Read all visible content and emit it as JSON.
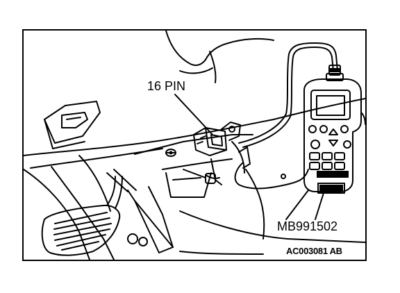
{
  "labels": {
    "connector": "16 PIN",
    "tool": "MB991502",
    "figure_code": "AC003081 AB"
  }
}
